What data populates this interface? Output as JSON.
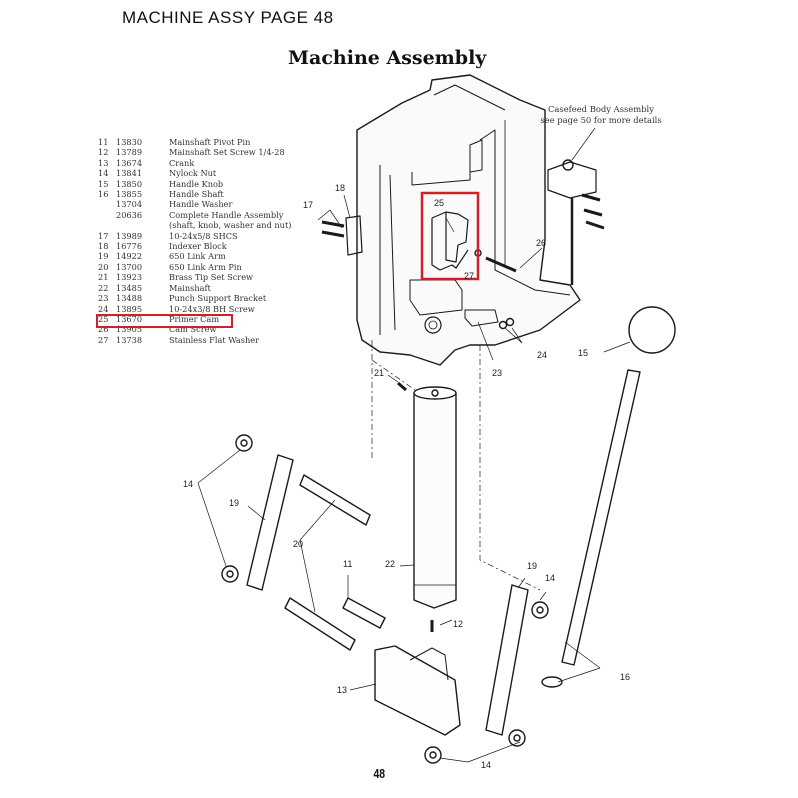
{
  "header": {
    "page_label": "MACHINE ASSY PAGE 48",
    "title": "Machine Assembly"
  },
  "parts_list": [
    {
      "item": "11",
      "part_number": "13830",
      "description": "Mainshaft Pivot Pin"
    },
    {
      "item": "12",
      "part_number": "13789",
      "description": "Mainshaft Set Screw 1/4-28"
    },
    {
      "item": "13",
      "part_number": "13674",
      "description": "Crank"
    },
    {
      "item": "14",
      "part_number": "13841",
      "description": "Nylock Nut"
    },
    {
      "item": "15",
      "part_number": "13850",
      "description": "Handle Knob"
    },
    {
      "item": "16",
      "part_number": "13855",
      "description": "Handle Shaft"
    },
    {
      "item": "",
      "part_number": "13704",
      "description": "Handle Washer"
    },
    {
      "item": "",
      "part_number": "20636",
      "description": "Complete Handle Assembly"
    },
    {
      "item": "",
      "part_number": "",
      "description": "(shaft, knob, washer and nut)"
    },
    {
      "item": "17",
      "part_number": "13989",
      "description": "10-24x5/8 SHCS"
    },
    {
      "item": "18",
      "part_number": "16776",
      "description": "Indexer Block"
    },
    {
      "item": "19",
      "part_number": "14922",
      "description": "650 Link Arm"
    },
    {
      "item": "20",
      "part_number": "13700",
      "description": "650 Link Arm Pin"
    },
    {
      "item": "21",
      "part_number": "13923",
      "description": "Brass Tip Set Screw"
    },
    {
      "item": "22",
      "part_number": "13485",
      "description": "Mainshaft"
    },
    {
      "item": "23",
      "part_number": "13488",
      "description": "Punch Support Bracket"
    },
    {
      "item": "24",
      "part_number": "13895",
      "description": "10-24x3/8 BH Screw"
    },
    {
      "item": "25",
      "part_number": "13670",
      "description": "Primer Cam",
      "highlighted": true
    },
    {
      "item": "26",
      "part_number": "13905",
      "description": "Cam Screw"
    },
    {
      "item": "27",
      "part_number": "13738",
      "description": "Stainless Flat Washer"
    }
  ],
  "diagram": {
    "note_line1": "Casefeed Body Assembly",
    "note_line2": "see page 50 for more details",
    "callouts": {
      "c11": "11",
      "c12": "12",
      "c13": "13",
      "c14a": "14",
      "c14b": "14",
      "c14c": "14",
      "c15": "15",
      "c16": "16",
      "c17": "17",
      "c18": "18",
      "c19a": "19",
      "c19b": "19",
      "c20": "20",
      "c21": "21",
      "c22": "22",
      "c23": "23",
      "c24": "24",
      "c25": "25",
      "c26": "26",
      "c27": "27"
    },
    "highlight_color": "#d0202a"
  },
  "footer": {
    "page_number": "48"
  }
}
